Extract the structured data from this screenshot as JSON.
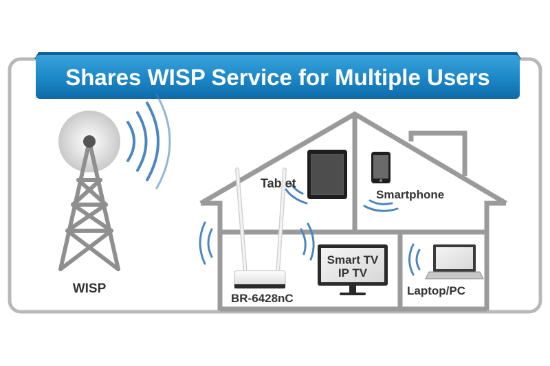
{
  "title": "Shares WISP Service for Multiple Users",
  "labels": {
    "wisp": "WISP",
    "router": "BR-6428nC",
    "tablet": "Tablet",
    "smartphone": "Smartphone",
    "smart_tv_line1": "Smart TV",
    "smart_tv_line2": "IP TV",
    "laptop": "Laptop/PC"
  },
  "colors": {
    "banner": "#1b86c6",
    "banner_dark": "#0f5f97",
    "outline": "#b5b5b5",
    "house": "#9a9a9a",
    "wave": "#4a86c0",
    "text": "#333333"
  },
  "icons": {
    "tower": "radio-tower-icon",
    "router": "wireless-router-icon",
    "tablet": "tablet-icon",
    "smartphone": "smartphone-icon",
    "tv": "television-icon",
    "laptop": "laptop-icon"
  }
}
